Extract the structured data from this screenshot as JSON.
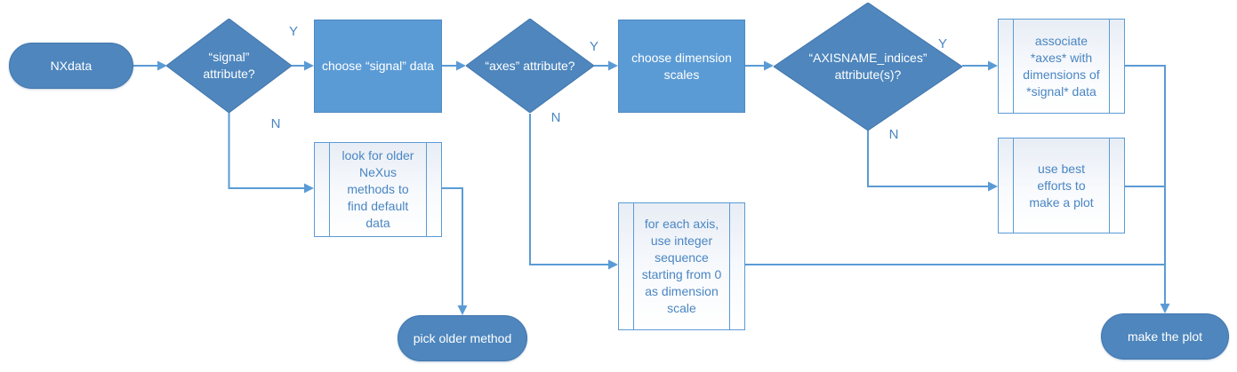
{
  "colors": {
    "shape_fill_decision_terminator": "#4e86bd",
    "shape_fill_process": "#5b9bd5",
    "connector": "#5b9bd5",
    "text_on_fill": "#ffffff",
    "text_blue": "#4a86c2",
    "subroutine_fill_top": "#e8edf5",
    "subroutine_fill_bottom": "#ffffff"
  },
  "branch_labels": {
    "yes": "Y",
    "no": "N"
  },
  "nodes": {
    "start": {
      "type": "terminator",
      "label": "NXdata"
    },
    "decision_signal": {
      "type": "decision",
      "label": "“signal”\nattribute?"
    },
    "process_choose_signal": {
      "type": "process",
      "label": "choose “signal” data"
    },
    "decision_axes": {
      "type": "decision",
      "label": "“axes” attribute?"
    },
    "process_choose_dimension_scales": {
      "type": "process",
      "label": "choose dimension\nscales"
    },
    "decision_axisname_indices": {
      "type": "decision",
      "label": "“AXISNAME_indices”\nattribute(s)?"
    },
    "subroutine_older_methods": {
      "type": "subroutine",
      "label": "look for older\nNeXus\nmethods to\nfind default\ndata"
    },
    "terminator_pick_older": {
      "type": "terminator",
      "label": "pick older method"
    },
    "subroutine_integer_sequence": {
      "type": "subroutine",
      "label": "for each axis,\nuse integer\nsequence\nstarting from 0\nas dimension\nscale"
    },
    "subroutine_associate_axes": {
      "type": "subroutine",
      "label": "associate\n*axes* with\ndimensions of\n*signal* data"
    },
    "subroutine_best_efforts": {
      "type": "subroutine",
      "label": "use best\nefforts to\nmake a plot"
    },
    "terminator_make_plot": {
      "type": "terminator",
      "label": "make the plot"
    }
  }
}
